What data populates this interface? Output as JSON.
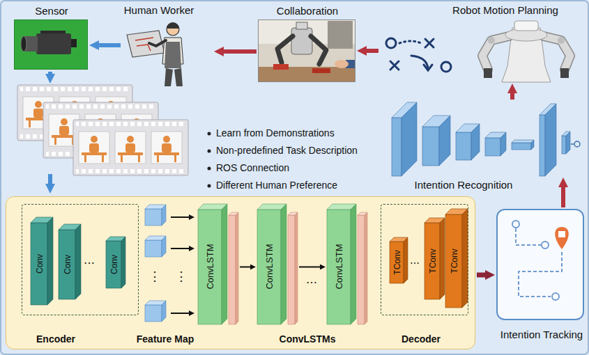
{
  "diagram": {
    "nodes": [
      {
        "text": [
          "Sensor"
        ]
      },
      {
        "text": [
          "Human Worker"
        ]
      },
      {
        "text": [
          "Collaboration"
        ]
      },
      {
        "text": [
          "Robot Motion Planning"
        ]
      },
      {
        "text": [
          "Intention Recognition"
        ]
      },
      {
        "text": [
          "Feature Map",
          "ConvLSTMs"
        ]
      },
      {
        "text": [
          "Encoder"
        ],
        "in": 5
      },
      {
        "text": [
          "Conv"
        ],
        "in": 6
      },
      {
        "text": [
          "Conv"
        ],
        "in": 6
      },
      {
        "text": [
          "Conv"
        ],
        "in": 6
      },
      {
        "text": [
          "ConvLSTM"
        ],
        "in": 5
      },
      {
        "text": [
          "ConvLSTM"
        ],
        "in": 5
      },
      {
        "text": [
          "ConvLSTM"
        ],
        "in": 5
      },
      {
        "text": [
          "Decoder"
        ],
        "in": 5
      },
      {
        "text": [
          "TConv"
        ],
        "in": 13
      },
      {
        "text": [
          "TConv"
        ],
        "in": 13
      },
      {
        "text": [
          "TConv"
        ],
        "in": 13
      },
      {
        "text": [
          "Intention Tracking"
        ]
      }
    ],
    "edges": [
      {
        "from": 1,
        "to": 0,
        "arrow": "to"
      },
      {
        "from": 2,
        "to": 1,
        "arrow": "to"
      },
      {
        "from": 3,
        "to": 2,
        "arrow": "to"
      },
      {
        "from": 4,
        "to": 3,
        "arrow": "to"
      },
      {
        "from": 17,
        "to": 4,
        "arrow": "to"
      },
      {
        "from": 5,
        "to": 17,
        "arrow": "to"
      },
      {
        "from": 10,
        "to": 11,
        "arrow": "to"
      },
      {
        "from": 11,
        "to": 12,
        "arrow": "to"
      }
    ],
    "labels": [
      "Learn from Demonstrations",
      "Non-predefined Task Description",
      "ROS Connection",
      "Different Human Preference",
      "⋯",
      "⋮",
      "⋮",
      "⋯",
      "⋯"
    ]
  }
}
